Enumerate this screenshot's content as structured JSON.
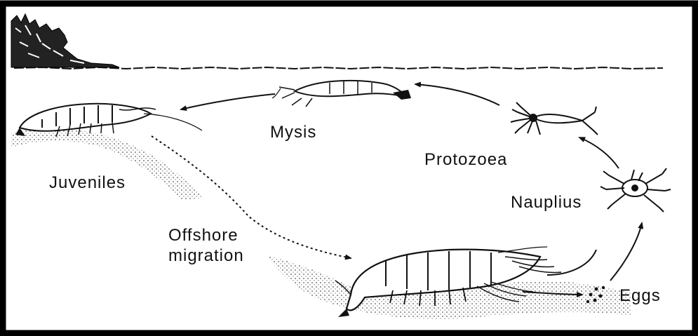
{
  "labels": {
    "mysis": "Mysis",
    "protozoea": "Protozoea",
    "juveniles": "Juveniles",
    "nauplius": "Nauplius",
    "offshore_1": "Offshore",
    "offshore_2": "migration",
    "eggs": "Eggs"
  },
  "icons": [
    "adult-shrimp-icon",
    "juvenile-shrimp-icon",
    "mysis-larva-icon",
    "protozoea-larva-icon",
    "nauplius-larva-icon",
    "eggs-icon",
    "vegetation-icon"
  ]
}
